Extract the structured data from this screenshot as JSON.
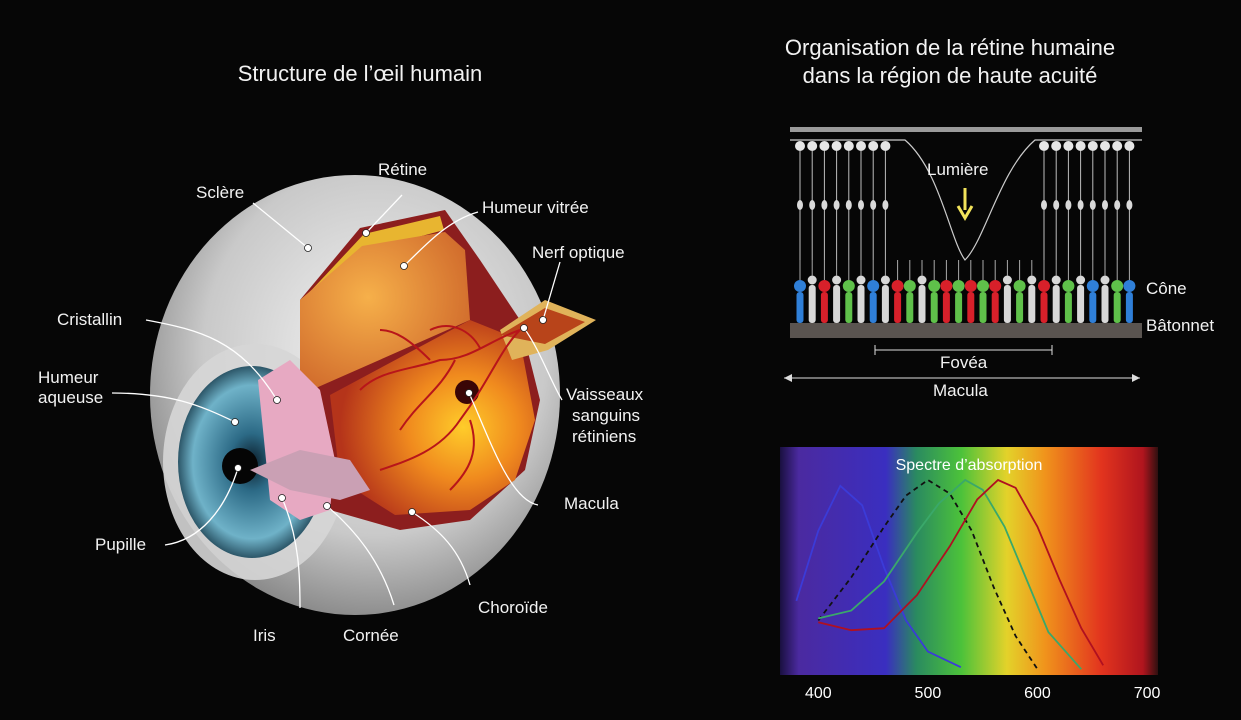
{
  "left_title": "Structure de l’œil humain",
  "right_title_line1": "Organisation de la rétine humaine",
  "right_title_line2": "dans la région de haute acuité",
  "eye_labels": {
    "sclere": "Sclère",
    "retine": "Rétine",
    "humeur_vitree": "Humeur vitrée",
    "nerf_optique": "Nerf optique",
    "cristallin": "Cristallin",
    "humeur_aqueuse_1": "Humeur",
    "humeur_aqueuse_2": "aqueuse",
    "vaisseaux_1": "Vaisseaux",
    "vaisseaux_2": "sanguins",
    "vaisseaux_3": "rétiniens",
    "pupille": "Pupille",
    "macula": "Macula",
    "choroide": "Choroïde",
    "iris": "Iris",
    "cornee": "Cornée"
  },
  "retina_labels": {
    "lumiere": "Lumière",
    "cone": "Cône",
    "batonnet": "Bâtonnet",
    "fovea": "Fovéa",
    "macula": "Macula"
  },
  "colors": {
    "rod": "#d8d8d8",
    "cone_blue": "#2f7fd8",
    "cone_green": "#5fc14a",
    "cone_red": "#d8202a",
    "arrow": "#f2e35a"
  },
  "chart_data": {
    "type": "line",
    "title": "Spectre d’absorption",
    "xlabel": "",
    "ylabel": "",
    "xlim": [
      365,
      710
    ],
    "ylim": [
      0,
      1
    ],
    "xticks": [
      400,
      500,
      600,
      700
    ],
    "series": [
      {
        "color": "#3b3bd8",
        "dash": false,
        "peak": 420,
        "points": [
          [
            380,
            0.38
          ],
          [
            400,
            0.74
          ],
          [
            420,
            0.97
          ],
          [
            440,
            0.87
          ],
          [
            460,
            0.55
          ],
          [
            480,
            0.28
          ],
          [
            500,
            0.12
          ],
          [
            530,
            0.04
          ]
        ]
      },
      {
        "color": "#111111",
        "dash": true,
        "peak": 498,
        "points": [
          [
            400,
            0.28
          ],
          [
            430,
            0.5
          ],
          [
            460,
            0.76
          ],
          [
            480,
            0.92
          ],
          [
            500,
            1.0
          ],
          [
            520,
            0.93
          ],
          [
            540,
            0.74
          ],
          [
            560,
            0.45
          ],
          [
            580,
            0.2
          ],
          [
            600,
            0.03
          ]
        ]
      },
      {
        "color": "#3aa86a",
        "dash": false,
        "peak": 534,
        "points": [
          [
            400,
            0.29
          ],
          [
            430,
            0.33
          ],
          [
            460,
            0.48
          ],
          [
            490,
            0.73
          ],
          [
            510,
            0.88
          ],
          [
            534,
            1.0
          ],
          [
            550,
            0.95
          ],
          [
            570,
            0.76
          ],
          [
            590,
            0.49
          ],
          [
            610,
            0.22
          ],
          [
            640,
            0.03
          ]
        ]
      },
      {
        "color": "#b01020",
        "dash": false,
        "peak": 564,
        "points": [
          [
            400,
            0.27
          ],
          [
            430,
            0.23
          ],
          [
            460,
            0.24
          ],
          [
            490,
            0.41
          ],
          [
            520,
            0.66
          ],
          [
            545,
            0.9
          ],
          [
            564,
            1.0
          ],
          [
            580,
            0.96
          ],
          [
            600,
            0.76
          ],
          [
            620,
            0.49
          ],
          [
            640,
            0.24
          ],
          [
            660,
            0.05
          ]
        ]
      }
    ]
  }
}
